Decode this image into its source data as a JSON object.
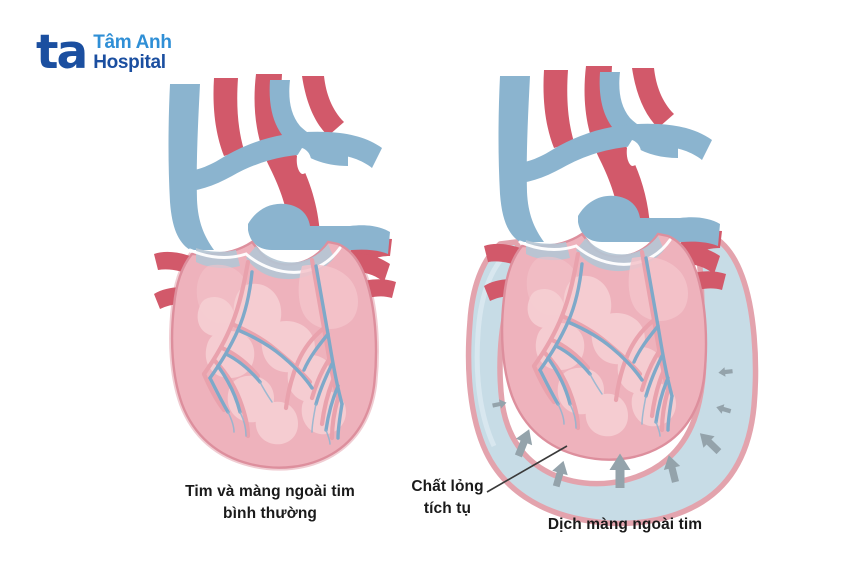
{
  "logo": {
    "mark": "ta",
    "line1": "Tâm Anh",
    "line2": "Hospital",
    "mark_color": "#1b4fa0",
    "line1_color": "#2f8fd6",
    "line2_color": "#1b4fa0"
  },
  "captions": {
    "left": "Tim và màng ngoài tim\nbình thường",
    "right": "Dịch màng ngoài tim",
    "fluid_pointer": "Chất lỏng\ntích tụ"
  },
  "colors": {
    "background": "#ffffff",
    "artery_red": "#d2596a",
    "artery_red_dark": "#c4505f",
    "vein_blue": "#8bb4cf",
    "vein_blue_dark": "#7ba6c4",
    "myocardium_pink": "#eeb2bc",
    "myocardium_edge": "#dd8f9d",
    "coronary_light": "#f6cfd3",
    "coronary_vein": "#7ea9c9",
    "coronary_artery": "#e9a2ad",
    "valve_gray_blue": "#b5c6d4",
    "effusion_fluid": "#c7dce6",
    "effusion_rim": "#e3a3ad",
    "arrow_gray": "#94a3ab",
    "leader_line": "#3a3a3a",
    "caption_text": "#1a1a1a"
  },
  "diagram": {
    "type": "medical-illustration",
    "subject": "Pericardial effusion comparison",
    "panels": [
      {
        "id": "normal-heart",
        "label": "Tim và màng ngoài tim bình thường",
        "has_effusion": false
      },
      {
        "id": "effusion-heart",
        "label": "Dịch màng ngoài tim",
        "has_effusion": true
      }
    ],
    "annotation_arrow_count": 8
  }
}
